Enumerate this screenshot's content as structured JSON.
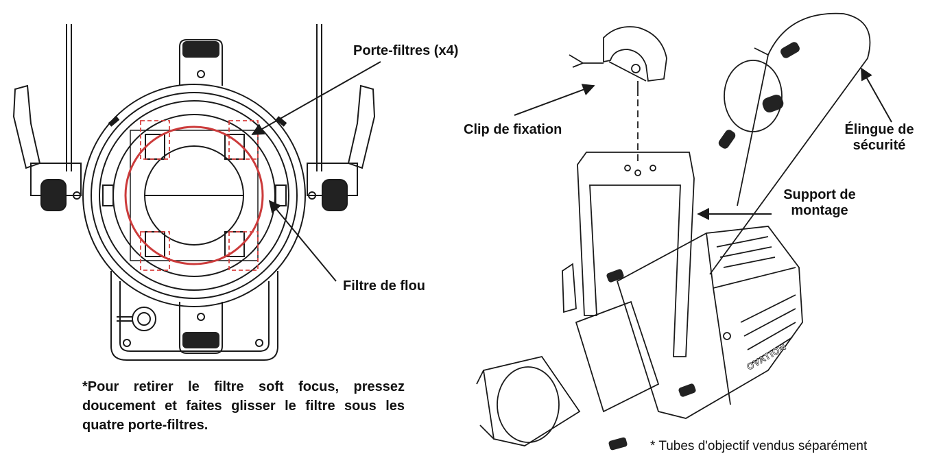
{
  "labels": {
    "filter_holders": "Porte-filtres (x4)",
    "diffusion_filter": "Filtre de flou",
    "mounting_clip": "Clip de fixation",
    "safety_cable_line1": "Élingue de",
    "safety_cable_line2": "sécurité",
    "mounting_yoke_line1": "Support de",
    "mounting_yoke_line2": "montage"
  },
  "note": "*Pour retirer le filtre soft focus, pressez doucement et faites glisser le filtre sous les quatre porte-filtres.",
  "footnote": "* Tubes d'objectif vendus séparément",
  "brand_mark": "OVATION",
  "colors": {
    "line": "#1a1a1a",
    "fill_dark": "#222222",
    "filter_ring": "#cc3b3b",
    "holder_box": "#d9413f"
  }
}
